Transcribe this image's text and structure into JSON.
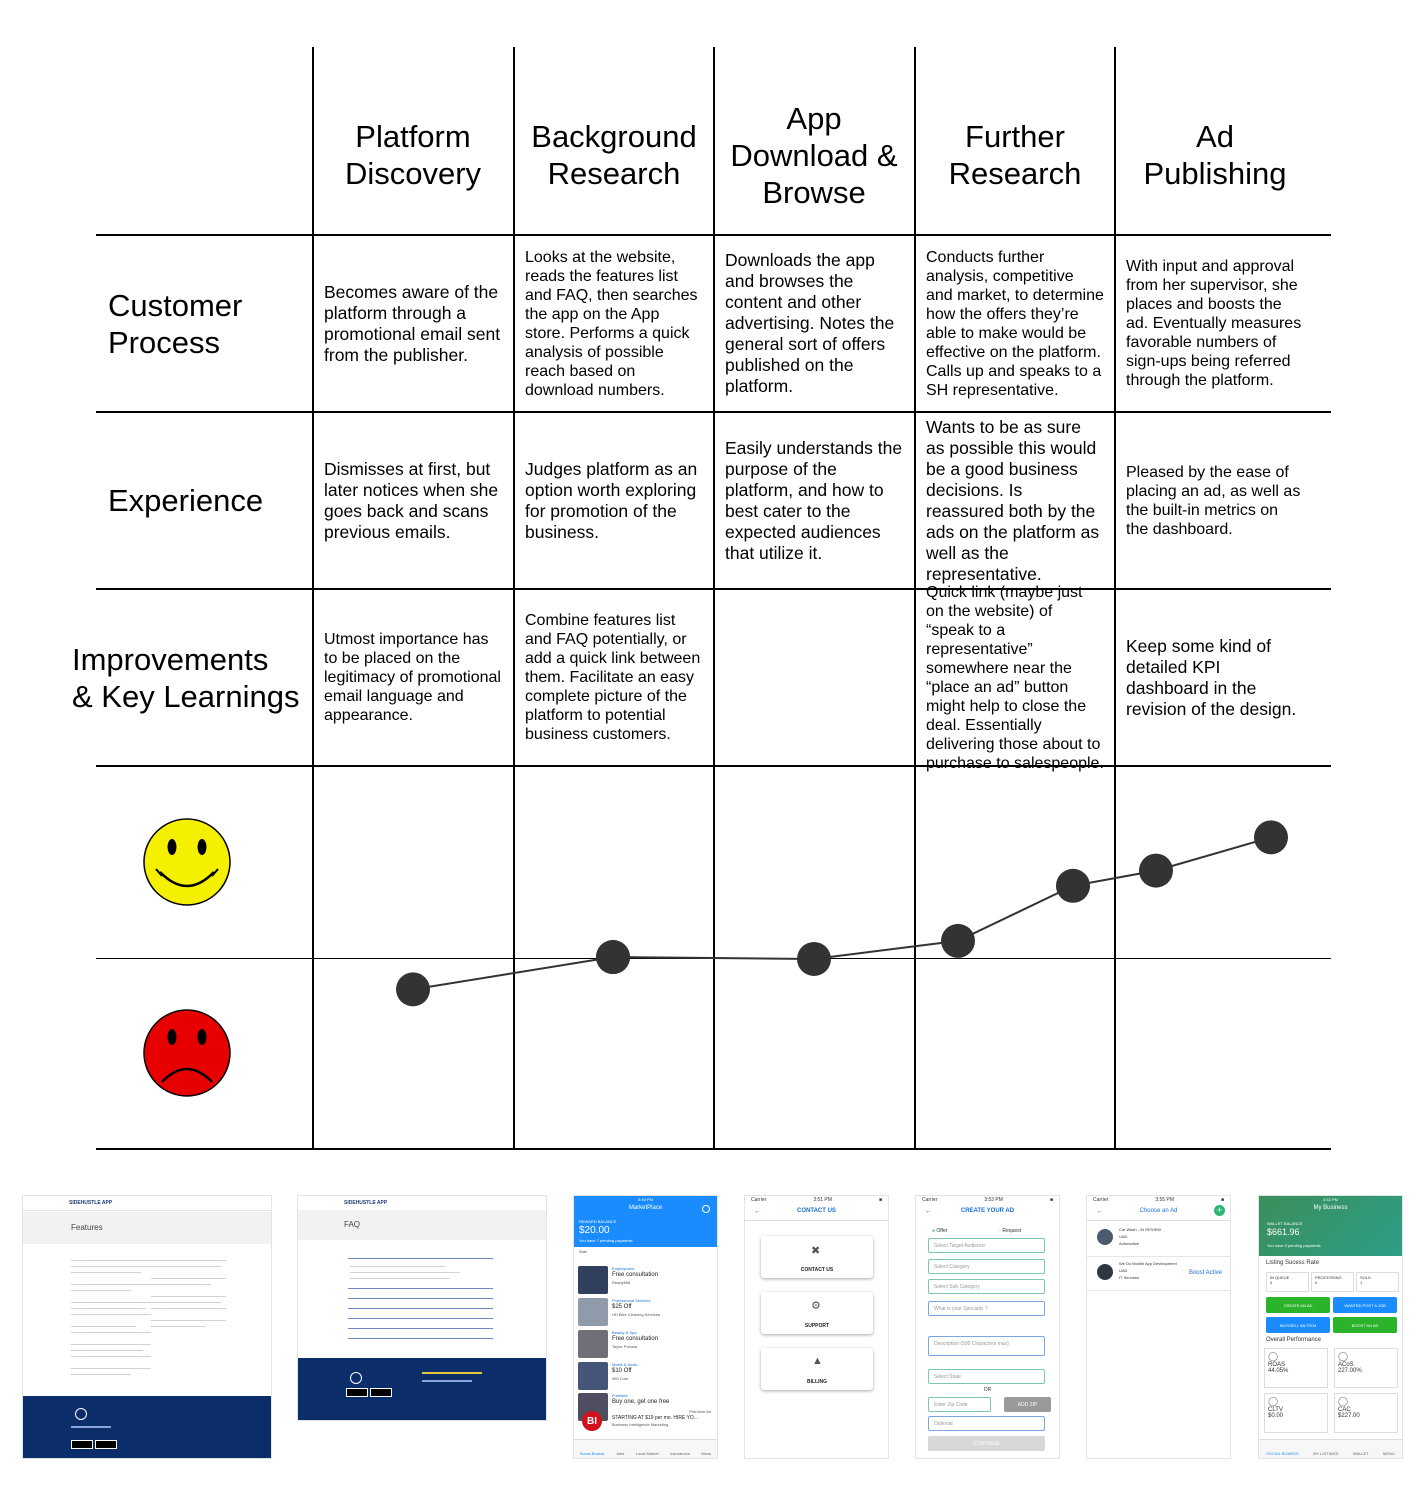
{
  "columns": [
    {
      "header": "Platform\nDiscovery"
    },
    {
      "header": "Background\nResearch"
    },
    {
      "header": "App\nDownload &\nBrowse"
    },
    {
      "header": "Further\nResearch"
    },
    {
      "header": "Ad\nPublishing"
    }
  ],
  "rows": [
    {
      "label": "Customer\nProcess",
      "cells": [
        "Becomes aware of the platform through a promotional email sent from the publisher.",
        "Looks at the website, reads the features list and FAQ, then searches the app on the App store. Performs a quick analysis of possible reach based on download numbers.",
        "Downloads the app and browses the content and other advertising. Notes the general sort of offers published on the platform.",
        "Conducts further analysis, competitive and market, to determine how the offers they’re able to make would be effective on the platform. Calls up and speaks to a SH representative.",
        "With input and approval from her supervisor, she places and boosts the ad. Eventually measures favorable numbers of sign-ups being referred through the platform."
      ]
    },
    {
      "label": "Experience",
      "cells": [
        "Dismisses at first, but later notices when she goes back and scans previous emails.",
        "Judges platform as an option worth exploring for promotion of the business.",
        "Easily understands the purpose of the platform, and how to best cater to the expected audiences that utilize it.",
        "Wants to be as sure as possible this would be a good business decisions. Is reassured both by the ads on the platform as well as the representative.",
        "Pleased by the ease of placing an ad, as well as the built-in metrics on the dashboard."
      ]
    },
    {
      "label": "Improvements\n& Key Learnings",
      "cells": [
        "Utmost importance has to be placed on the legitimacy of promotional email language and appearance.",
        "Combine features list and FAQ potentially, or add a quick link between them. Facilitate an easy complete picture of the platform to potential business customers.",
        "",
        "Quick link (maybe just on the website) of “speak to a representative” somewhere near the “place an ad” button might help to close the deal. Essentially delivering those about to purchase to salespeople.",
        "Keep some kind of detailed KPI dashboard in the revision of the design."
      ]
    }
  ],
  "chart_data": {
    "type": "line",
    "x": [
      "Platform Discovery",
      "Background Research",
      "Background Research",
      "App Download & Browse",
      "Further Research",
      "Further Research",
      "Ad Publishing",
      "Ad Publishing"
    ],
    "series": [
      {
        "values": [
          -0.33,
          0.01,
          0.01,
          -0.01,
          0.18,
          0.76,
          0.92,
          1.27
        ]
      }
    ],
    "ylim": [
      -2,
      2
    ],
    "grid": false,
    "faces": {
      "happy_color": "#f5f000",
      "sad_color": "#e60000"
    }
  },
  "thumbnails": {
    "features": {
      "logo": "SIDEHUSTLE APP",
      "title": "Features"
    },
    "faq": {
      "logo": "SIDEHUSTLE APP",
      "title": "FAQ"
    },
    "marketplace": {
      "status": "9:40 PM",
      "title": "MarketPlace",
      "balance_label": "REWARD BALANCE",
      "balance": "$20.00",
      "pending": "You have 7 pending payments",
      "sort": "Sort:",
      "items": [
        {
          "cat": "Employment",
          "title": "Free consultation",
          "sub": "ReadyMM"
        },
        {
          "cat": "Professional Services",
          "title": "$25 Off",
          "sub": "HH Bike Cleaning Services"
        },
        {
          "cat": "Beauty & Spa",
          "title": "Free consultation",
          "sub": "Taylor Polonia"
        },
        {
          "cat": "Meals & Audio",
          "title": "$10 Off",
          "sub": "360 Cuts"
        },
        {
          "cat": "Freebies",
          "title": "Buy one, get one free",
          "sub": ""
        }
      ],
      "promo_title": "STARTING AT $19 per mo. HIRE YO...",
      "promo_tag": "Premium Ad",
      "promo_sub": "Business Intelligence Marketing",
      "promo_badge": "BI",
      "tabs": [
        "Social Boards",
        "Jobs",
        "Local Market",
        "Insurances",
        "Menu"
      ]
    },
    "contact": {
      "status": "3:51 PM",
      "title": "CONTACT US",
      "cards": [
        "CONTACT US",
        "SUPPORT",
        "BILLING"
      ]
    },
    "create_ad": {
      "status": "3:53 PM",
      "title": "CREATE YOUR AD",
      "option_offer": "Offer",
      "option_request": "Request",
      "fields": [
        "Select Target Audience",
        "Select Category",
        "Select Sub Category",
        "What is your Specialty ?",
        "Description (500 Characters max)",
        "Select State"
      ],
      "or": "OR",
      "zip_placeholder": "Enter Zip Code",
      "zip_button": "ADD ZIP",
      "optional": "Optional",
      "continue": "CONTINUE"
    },
    "choose_ad": {
      "status": "3:55 PM",
      "title": "Choose an Ad",
      "ads": [
        {
          "title": "Car Wash - IN REVIEW",
          "line2": "UAD",
          "line3": "Automotive",
          "action": ""
        },
        {
          "title": "We Do Mobile App Development",
          "line2": "UAD",
          "line3": "IT Services",
          "action": "Boost Active"
        }
      ]
    },
    "my_business": {
      "status": "3:52 PM",
      "title": "My Business",
      "wallet_label": "WALLET BALANCE",
      "wallet": "$661.96",
      "pending": "You have 0 pending payments",
      "listing_title": "Listing Sucess Rate",
      "listing": [
        {
          "label": "IN QUEUE",
          "value": "0"
        },
        {
          "label": "PROCESSING",
          "value": "0"
        },
        {
          "label": "SOLD",
          "value": "1"
        }
      ],
      "buttons": [
        "CREATE AN AD",
        "WANTED POST A JOB",
        "BUY/SELL AN ITEM",
        "BOOST AN AD"
      ],
      "perf_title": "Overall Performance",
      "stats": [
        {
          "label": "ROAS",
          "value": "44.05%"
        },
        {
          "label": "ACoS",
          "value": "227.00%"
        },
        {
          "label": "CLTV",
          "value": "$0.00"
        },
        {
          "label": "CAC",
          "value": "$227.00"
        }
      ],
      "tabs": [
        "SOCIAL BOARDS",
        "MY LISTINGS",
        "WALLET",
        "MENU"
      ]
    }
  }
}
